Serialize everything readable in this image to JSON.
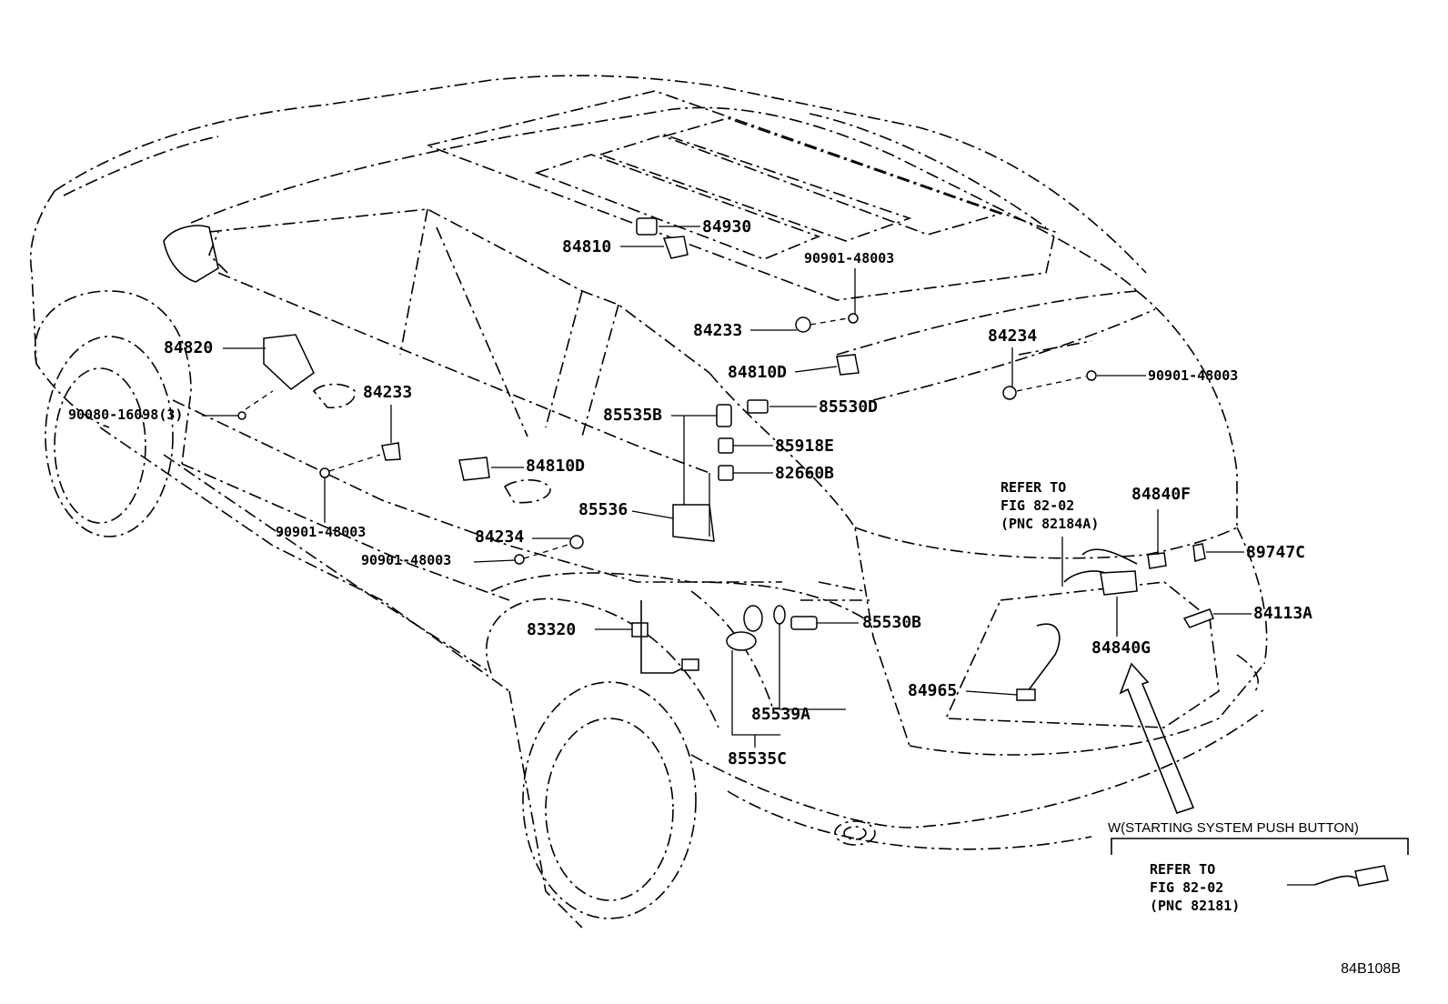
{
  "diagram": {
    "parts": {
      "p84930": "84930",
      "p84810_top": "84810",
      "p90901_top": "90901-48003",
      "p84233_top": "84233",
      "p84810D_upper": "84810D",
      "p84234_right": "84234",
      "p90901_right": "90901-48003",
      "p84820": "84820",
      "p90080": "90080-16098(3)",
      "p84233_left": "84233",
      "p85535B": "85535B",
      "p85530D": "85530D",
      "p85918E": "85918E",
      "p82660B": "82660B",
      "p84810D_lower": "84810D",
      "p85536": "85536",
      "p84234_left": "84234",
      "p90901_left1": "90901-48003",
      "p90901_left2": "90901-48003",
      "p83320": "83320",
      "p85530B": "85530B",
      "p85539A": "85539A",
      "p85535C": "85535C",
      "p84965": "84965",
      "p84840F": "84840F",
      "p84840G": "84840G",
      "p89747C": "89747C",
      "p84113A": "84113A"
    },
    "refer1": {
      "line1": "REFER TO",
      "line2": "FIG 82-02",
      "line3": "(PNC 82184A)"
    },
    "inset": {
      "title": "W(STARTING SYSTEM PUSH BUTTON)",
      "line1": "REFER TO",
      "line2": "FIG 82-02",
      "line3": "(PNC 82181)"
    },
    "figure_code": "84B108B"
  }
}
